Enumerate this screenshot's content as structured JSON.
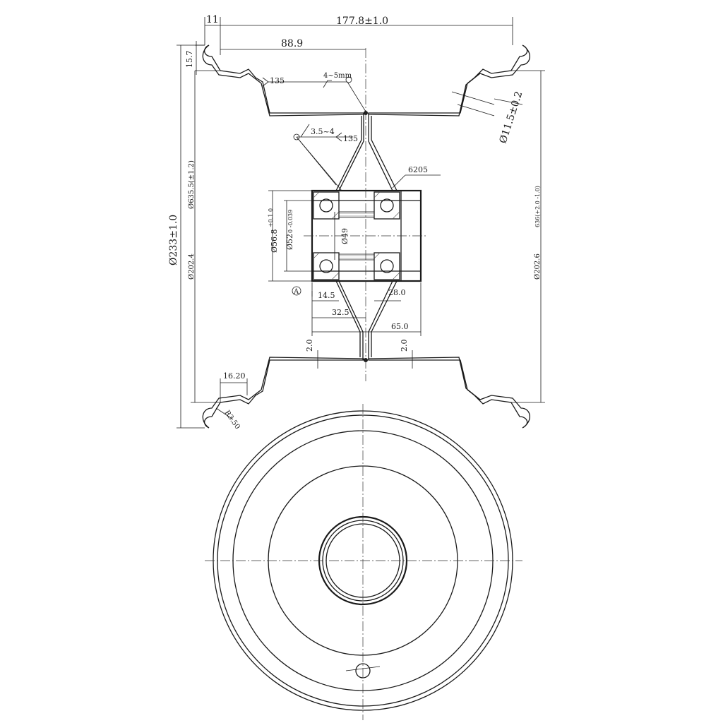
{
  "dims": {
    "width_top": "177.8±1.0",
    "flange_offset": "11",
    "half_width": "88.9",
    "flange_height": "15.7",
    "weld_leg_top": "4~5mm",
    "weld_angle_top": "135",
    "weld_leg_hub": "3.5~4",
    "weld_angle_hub": "135",
    "bolt_hole": "Ø11.5±0.2",
    "bearing": "6205",
    "outer_dia": "Ø233±1.0",
    "bead_dia_left": "Ø635.5(±1.2)",
    "bead_dia_right": "636(+2.0 -1.0)",
    "seat_left": "Ø202.4",
    "seat_right": "Ø202.6",
    "hub_od": "Ø56.8",
    "hub_od_tol": "+0.1 0",
    "bore": "Ø52",
    "bore_tol": "0 -0.039",
    "shaft": "Ø49",
    "datum": "A",
    "d14_5": "14.5",
    "d28_0": "28.0",
    "d32_5": "32.5",
    "d65_0": "65.0",
    "thk_left": "2.0",
    "thk_right": "2.0",
    "flange_width": "16.20",
    "radius": "R3.50"
  }
}
